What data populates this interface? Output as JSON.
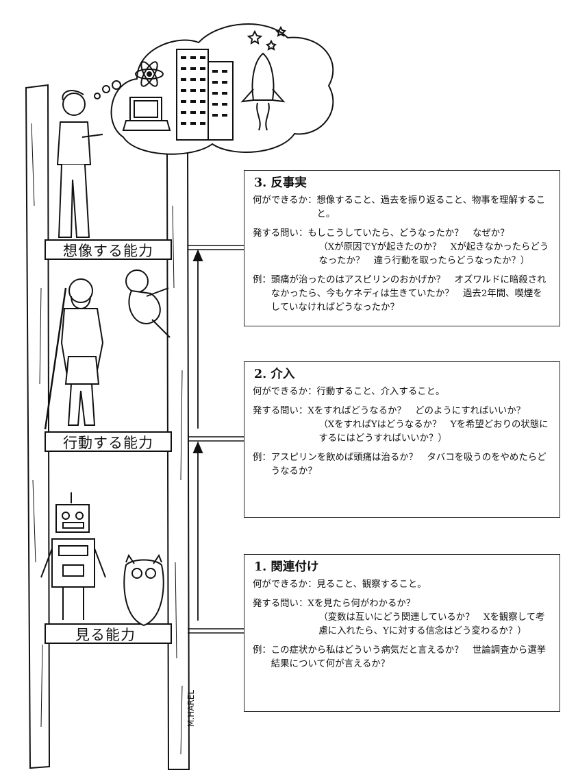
{
  "rungs": {
    "top": "想像する能力",
    "middle": "行動する能力",
    "bottom": "見る能力"
  },
  "labels": {
    "can_do": "何ができるか：",
    "question": "発する問い：",
    "example": "例："
  },
  "boxes": [
    {
      "title": "3. 反事実",
      "can_do": "想像すること、過去を振り返ること、物事を理解すること。",
      "question": "もしこうしていたら、どうなったか？　なぜか？",
      "question_sub": "（Xが原因でYが起きたのか？　Xが起きなかったらどうなったか？　違う行動を取ったらどうなったか？）",
      "example": "頭痛が治ったのはアスピリンのおかげか？　オズワルドに暗殺されなかったら、今もケネディは生きていたか？　過去2年間、喫煙をしていなければどうなったか？"
    },
    {
      "title": "2. 介入",
      "can_do": "行動すること、介入すること。",
      "question": "Xをすればどうなるか？　どのようにすればいいか？",
      "question_sub": "（XをすればYはどうなるか？　Yを希望どおりの状態にするにはどうすればいいか？）",
      "example": "アスピリンを飲めば頭痛は治るか？　タバコを吸うのをやめたらどうなるか？"
    },
    {
      "title": "1. 関連付け",
      "can_do": "見ること、観察すること。",
      "question": "Xを見たら何がわかるか？",
      "question_sub": "（変数は互いにどう関連しているか？　Xを観察して考慮に入れたら、Yに対する信念はどう変わるか？）",
      "example": "この症状から私はどういう病気だと言えるか？　世論調査から選挙結果について何が言えるか？"
    }
  ],
  "signature": "M.HAREL"
}
